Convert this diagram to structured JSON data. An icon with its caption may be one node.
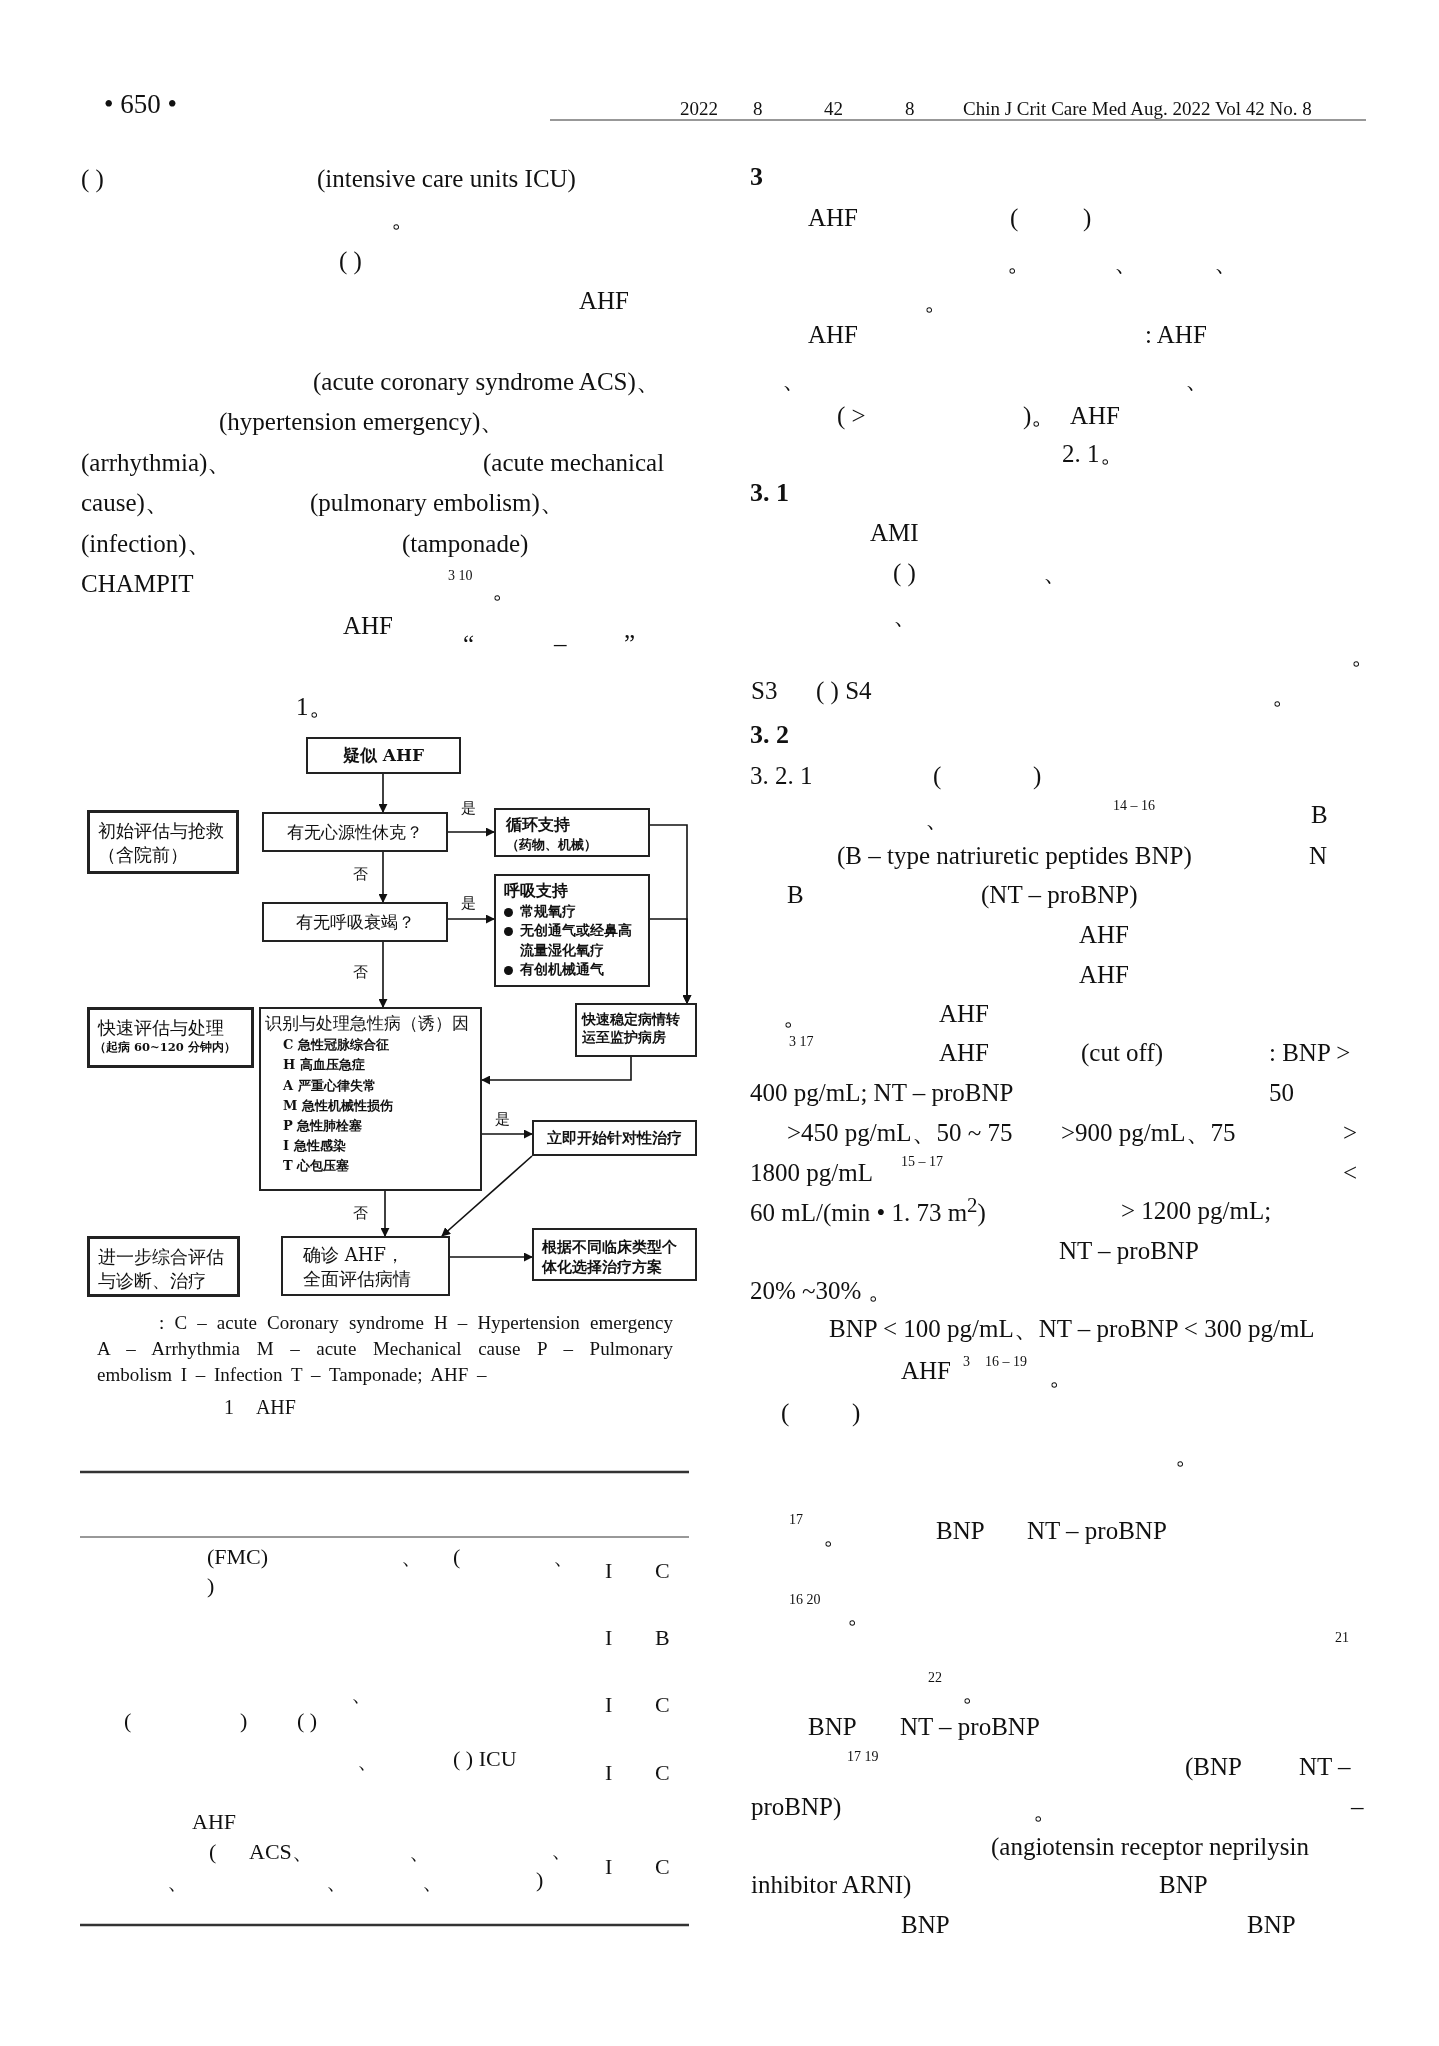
{
  "diagram": {
    "caption": "1 AHF",
    "nodes": [
      {
        "text": [
          "疑似 AHF"
        ]
      },
      {
        "text": [
          "初始评估与抢救",
          "（含院前）"
        ]
      },
      {
        "text": [
          "有无心源性休克？"
        ]
      },
      {
        "text": [
          "循环支持",
          "（药物、机械）"
        ]
      },
      {
        "text": [
          "有无呼吸衰竭？"
        ]
      },
      {
        "text": [
          "呼吸支持",
          "常规氧疗",
          "无创通气或经鼻高流量湿化氧疗",
          "有创机械通气"
        ]
      },
      {
        "text": [
          "快速评估与处理",
          "（起病 60~120 分钟内）"
        ]
      },
      {
        "text": [
          "识别与处理急性病（诱）因",
          "C 急性冠脉综合征",
          "H 高血压急症",
          "A 严重心律失常",
          "M 急性机械性损伤",
          "P 急性肺栓塞",
          "I 急性感染",
          "T 心包压塞"
        ]
      },
      {
        "text": [
          "快速稳定病情转运至监护病房"
        ]
      },
      {
        "text": [
          "立即开始针对性治疗"
        ]
      },
      {
        "text": [
          "进一步综合评估与诊断、治疗"
        ]
      },
      {
        "text": [
          "确诊 AHF，全面评估病情"
        ]
      },
      {
        "text": [
          "根据不同临床类型个体化选择治疗方案"
        ]
      }
    ],
    "edges": [
      {
        "from": 0,
        "to": 2,
        "arrow": "to"
      },
      {
        "from": 2,
        "to": 3,
        "arrow": "to",
        "label": "是"
      },
      {
        "from": 2,
        "to": 4,
        "arrow": "to",
        "label": "否"
      },
      {
        "from": 4,
        "to": 5,
        "arrow": "to",
        "label": "是"
      },
      {
        "from": 4,
        "to": 7,
        "arrow": "to",
        "label": "否"
      },
      {
        "from": 3,
        "to": 8,
        "arrow": "to"
      },
      {
        "from": 5,
        "to": 8,
        "arrow": "to"
      },
      {
        "from": 8,
        "to": 7,
        "arrow": "to"
      },
      {
        "from": 7,
        "to": 9,
        "arrow": "to",
        "label": "是"
      },
      {
        "from": 9,
        "to": 11,
        "arrow": "to"
      },
      {
        "from": 7,
        "to": 11,
        "arrow": "to",
        "label": "否"
      },
      {
        "from": 11,
        "to": 12,
        "arrow": "to"
      }
    ],
    "labels": [
      "• 650 •",
      "2022",
      "8",
      "42",
      "8",
      "Chin J Crit Care Med Aug. 2022 Vol 42 No. 8",
      "( )",
      "(intensive care units ICU)",
      "。",
      "( )",
      "AHF",
      "(acute coronary syndrome ACS)、",
      "(hypertension emergency)、",
      "(arrhythmia)、",
      "(acute mechanical",
      "cause)、",
      "(pulmonary embolism)、",
      "(infection)、",
      "(tamponade)",
      "CHAMPIT",
      "3 10",
      "。",
      "AHF",
      "“",
      "–",
      "”",
      "1。",
      ": C – acute Coronary syndrome H – Hypertension emergency A – Arrhythmia M – acute Mechanical cause P – Pulmonary embolism I – Infection T – Tamponade; AHF –",
      "(FMC)",
      "、",
      "(",
      "、",
      "I",
      "C",
      ")",
      "I",
      "B",
      "、",
      "I",
      "C",
      "(",
      ")",
      "( )",
      "、",
      "( ) ICU",
      "I",
      "C",
      "AHF",
      "(",
      "ACS、",
      "、",
      "、",
      "I",
      "C",
      "、",
      "、",
      "、",
      ")",
      "3",
      "AHF",
      "(",
      ")",
      "。",
      "、",
      "、",
      "。",
      "AHF",
      ": AHF",
      "、",
      "、",
      "( >",
      ")。",
      "AHF",
      "2. 1。",
      "3. 1",
      "AMI",
      "( )",
      "、",
      "、",
      "。",
      "S3",
      "( ) S4",
      "。",
      "3. 2",
      "3. 2. 1",
      "(",
      ")",
      "、",
      "14 – 16",
      "B",
      "(B – type natriuretic peptides BNP)",
      "N",
      "B",
      "(NT – proBNP)",
      "AHF",
      "AHF",
      "。",
      "AHF",
      "3 17",
      "AHF",
      "(cut off)",
      ": BNP >",
      "400 pg/mL; NT – proBNP",
      "50",
      ">450 pg/mL、50 ~ 75",
      ">900 pg/mL、75",
      ">",
      "1800 pg/mL",
      "15 – 17",
      "<",
      "60 mL/(min • 1. 73 m$^{2}$)",
      "> 1200 pg/mL;",
      "NT – proBNP",
      "20% ~30% 。",
      "BNP < 100 pg/mL、NT – proBNP < 300 pg/mL",
      "AHF",
      "3",
      "16 – 19",
      "。",
      "(",
      ")",
      "。",
      "17",
      "。",
      "BNP",
      "NT – proBNP",
      "16 20",
      "。",
      "21",
      "22",
      "。",
      "BNP",
      "NT – proBNP",
      "17 19",
      "(BNP",
      "NT –",
      "proBNP)",
      "。",
      "–",
      "(angiotensin receptor neprilysin",
      "inhibitor ARNI)",
      "BNP",
      "BNP",
      "BNP"
    ]
  }
}
